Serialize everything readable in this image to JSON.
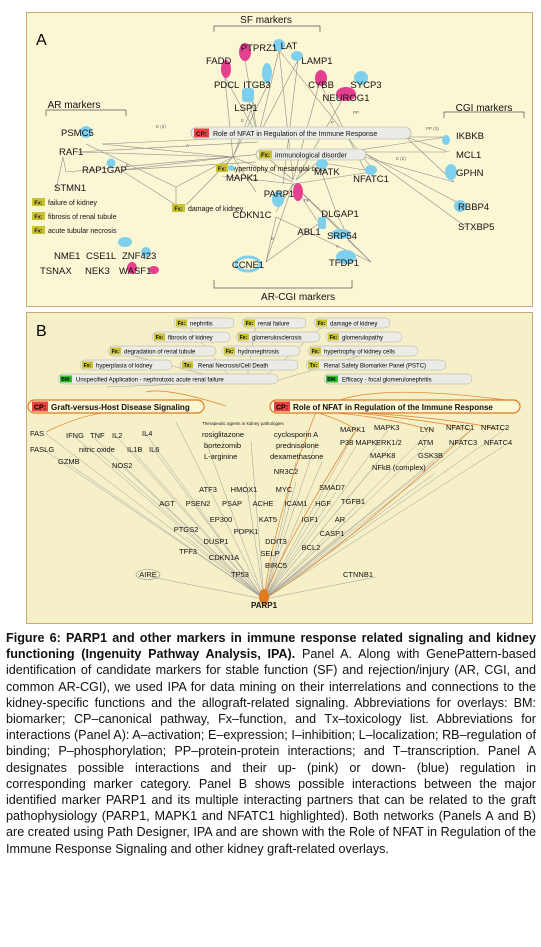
{
  "colors": {
    "panel_bg_a": "#fbf6d3",
    "panel_bg_b": "#f6f0c9",
    "panel_border": "#caa978",
    "blue_node": "#7fd0ec",
    "pink_node": "#e5408f",
    "fx_box": "#c9c231",
    "cp_box": "#e8433e",
    "orange_line": "#e07a1f",
    "green_bm": "#34c234"
  },
  "panel_a": {
    "label": "A",
    "groups": {
      "sf": "SF markers",
      "ar": "AR markers",
      "cgi": "CGI markers",
      "ar_cgi": "AR-CGI markers"
    },
    "cp": {
      "tag": "CP:",
      "text": "Role of NFAT in Regulation of the Immune Response"
    },
    "fx_immune": {
      "tag": "Fx:",
      "text": "immunological disorder"
    },
    "fx_hypertrophy": {
      "tag": "Fx:",
      "text": "hypertrophy of mesangial cells"
    },
    "fx_damage": {
      "tag": "Fx:",
      "text": "damage of kidney"
    },
    "fx_failure": {
      "tag": "Fx:",
      "text": "failure of kidney"
    },
    "fx_fibrosis": {
      "tag": "Fx:",
      "text": "fibrosis of renal tubule"
    },
    "fx_necrosis": {
      "tag": "Fx:",
      "text": "acute tubular necrosis"
    },
    "edge_labels": [
      "E (3)",
      "E",
      "P",
      "PP",
      "A",
      "E",
      "PP (3)",
      "E (2)",
      "A",
      "PP",
      "E",
      "A"
    ],
    "nodes": {
      "fadd": "FADD",
      "ptprz1": "PTPRZ1",
      "lat": "LAT",
      "lamp1": "LAMP1",
      "pdcl": "PDCL",
      "itgb3": "ITGB3",
      "cybb": "CYBB",
      "sycp3": "SYCP3",
      "lsp1": "LSP1",
      "neurog1": "NEUROG1",
      "psmc5": "PSMC5",
      "raf1": "RAF1",
      "rap1gap": "RAP1GAP",
      "stmn1": "STMN1",
      "mapk1": "MAPK1",
      "matk": "MATK",
      "nfatc1": "NFATC1",
      "parp1": "PARP1",
      "dlgap1": "DLGAP1",
      "cdkn1c": "CDKN1C",
      "abl1": "ABL1",
      "srp54": "SRP54",
      "ccne1": "CCNE1",
      "tfdp1": "TFDP1",
      "ikbkb": "IKBKB",
      "mcl1": "MCL1",
      "gphn": "GPHN",
      "rbbp4": "RBBP4",
      "stxbp5": "STXBP5",
      "nme1": "NME1",
      "cse1l": "CSE1L",
      "znf423": "ZNF423",
      "tsnax": "TSNAX",
      "nek3": "NEK3",
      "wasf1": "WASF1"
    }
  },
  "panel_b": {
    "label": "B",
    "top_fx": [
      "nephritis",
      "renal failure",
      "damage of kidney",
      "fibrosis of kidney",
      "glomerulosclerosis",
      "glomerulopathy",
      "degradation of renal tubule",
      "hydronephrosis",
      "hypertrophy of kidney cells",
      "hyperplasia of kidney"
    ],
    "fx_tag": "Fx:",
    "tx_tag": "Tx:",
    "tx_items": [
      "Renal Necrosis/Cell Death",
      "Renal Safety Biomarker Panel (PSTC)"
    ],
    "bm_tag": "BM:",
    "bm_items": [
      "Unspecified Application - nephrotoxic acute renal failure",
      "Efficacy - focal glomerulonephritis"
    ],
    "cp_tag": "CP:",
    "cp_left": "Graft-versus-Host Disease Signaling",
    "cp_right": "Role of NFAT in Regulation of the Immune Response",
    "drug_header": "Therapeutic agents in kidney pathologies",
    "drugs": [
      "rosiglitazone",
      "cyclosporin A",
      "bortezomib",
      "prednisolone",
      "L-arginine",
      "dexamethasone"
    ],
    "left_genes": [
      "FAS",
      "IFNG",
      "TNF",
      "IL2",
      "IL4",
      "FASLG",
      "nitric oxide",
      "IL1B",
      "IL6",
      "GZMB",
      "NOS2"
    ],
    "right_genes": [
      "MAPK1",
      "MAPK3",
      "LYN",
      "NFATC1",
      "NFATC2",
      "P38 MAPK",
      "ERK1/2",
      "ATM",
      "NFATC3",
      "NFATC4",
      "MAPK8",
      "GSK3B",
      "NFkB (complex)"
    ],
    "center_genes": [
      "NR3C2",
      "ATF3",
      "HMOX1",
      "MYC",
      "SMAD7",
      "AGT",
      "PSEN2",
      "PSAP",
      "ACHE",
      "ICAM1",
      "HGF",
      "TGFB1",
      "EP300",
      "KAT5",
      "IGF1",
      "AR",
      "PTGS2",
      "PDPK1",
      "CASP1",
      "DUSP1",
      "DDIT3",
      "BCL2",
      "TFF3",
      "CDKN1A",
      "SELP",
      "BIRC5",
      "AIRE",
      "TP53",
      "CTNNB1"
    ],
    "target": "PARP1"
  },
  "caption": {
    "title": "Figure 6: PARP1 and other markers in immune response related signaling and kidney functioning (Ingenuity Pathway Analysis, IPA).",
    "body": "Panel A. Along with GenePattern-based identification of candidate markers for stable function (SF) and rejection/injury (AR, CGI, and common AR-CGI), we used IPA for data mining on their interrelations and connections to the kidney-specific functions and the allograft-related signaling. Abbreviations for overlays: BM: biomarker; CP–canonical pathway, Fx–function, and Tx–toxicology list. Abbreviations for interactions (Panel A): A–activation; E–expression; I–inhibition; L–localization; RB–regulation of binding; P–phosphorylation; PP–protein-protein interactions; and T–transcription. Panel A designates possible interactions and their up- (pink) or down- (blue) regulation in corresponding marker category. Panel B shows possible interactions between the major identified marker PARP1 and its multiple interacting partners that can be related to the graft pathophysiology (PARP1, MAPK1 and NFATC1 highlighted). Both networks (Panels A and B) are created using Path Designer, IPA and are shown with the Role of NFAT in Regulation of the Immune Response Signaling and other kidney graft-related overlays."
  }
}
